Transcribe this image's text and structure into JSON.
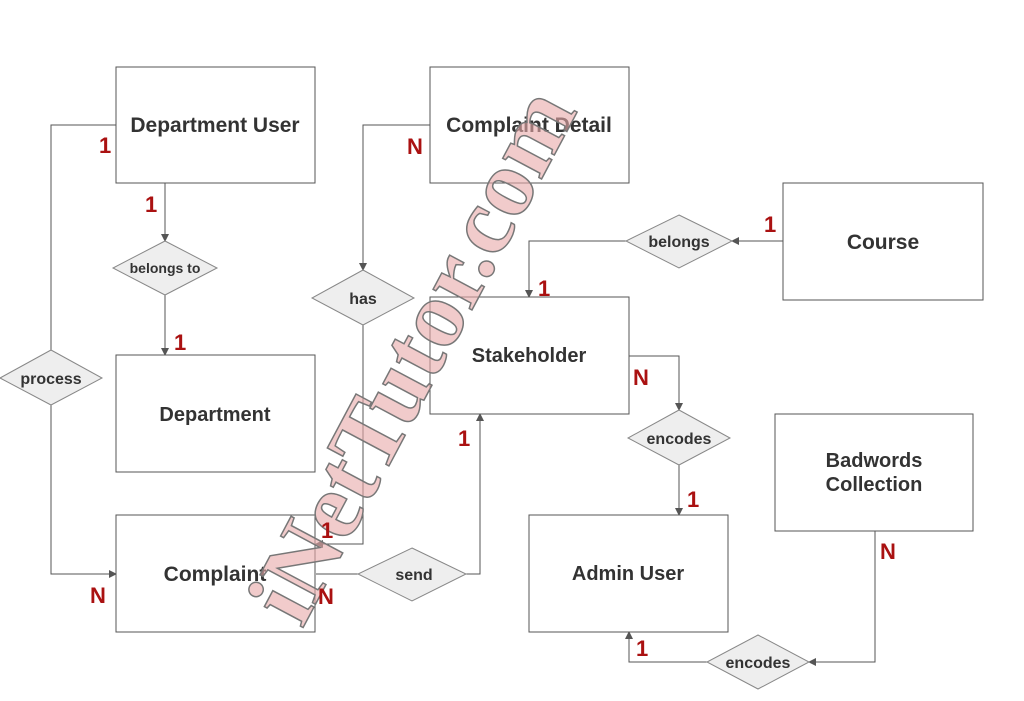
{
  "entities": {
    "department_user": "Department User",
    "complaint_detail": "Complaint Detail",
    "course": "Course",
    "stakeholder": "Stakeholder",
    "department": "Department",
    "complaint": "Complaint",
    "admin_user": "Admin User",
    "badwords_line1": "Badwords",
    "badwords_line2": "Collection"
  },
  "relationships": {
    "belongs_to": "belongs to",
    "has": "has",
    "belongs": "belongs",
    "process": "process",
    "encodes_stakeholder_admin": "encodes",
    "send": "send",
    "encodes_badwords_admin": "encodes"
  },
  "cardinalities": {
    "deptuser_process": "1",
    "deptuser_belongs_to": "1",
    "department_belongs_to": "1",
    "complaint_detail_has": "N",
    "course_belongs": "1",
    "stakeholder_belongs": "1",
    "stakeholder_encodes": "N",
    "stakeholder_send": "1",
    "admin_encodes_top": "1",
    "complaint_has": "1",
    "complaint_process": "N",
    "complaint_send": "N",
    "badwords_encodes": "N",
    "admin_encodes_bottom": "1"
  },
  "watermark": "iNetTutor.com",
  "colors": {
    "cardinality": "#aa1111",
    "watermark_fill": "#e8a8a8",
    "entity_border": "#555555",
    "diamond_fill": "#eeeeee"
  }
}
